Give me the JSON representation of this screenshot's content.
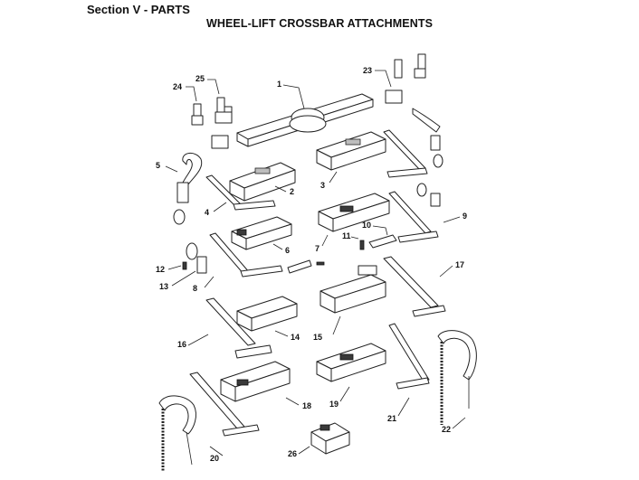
{
  "header": {
    "section": "Section V - PARTS",
    "title": "WHEEL-LIFT CROSSBAR ATTACHMENTS"
  },
  "callouts": {
    "c1": "1",
    "c2": "2",
    "c3": "3",
    "c4": "4",
    "c5": "5",
    "c6": "6",
    "c7": "7",
    "c8": "8",
    "c9": "9",
    "c10": "10",
    "c11": "11",
    "c12": "12",
    "c13": "13",
    "c14": "14",
    "c15": "15",
    "c16": "16",
    "c17": "17",
    "c18": "18",
    "c19": "19",
    "c20": "20",
    "c21": "21",
    "c22": "22",
    "c23": "23",
    "c24": "24",
    "c25": "25",
    "c26": "26"
  }
}
